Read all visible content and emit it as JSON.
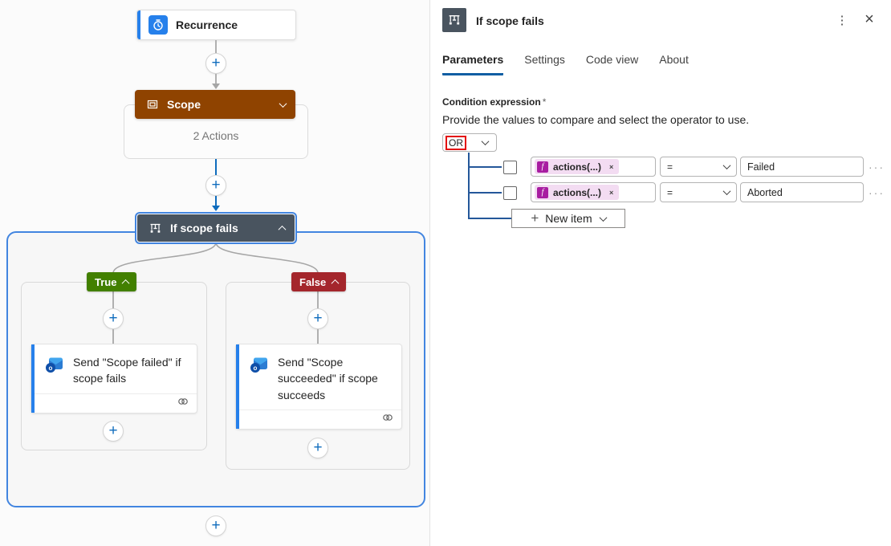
{
  "icons": {
    "plus": "+",
    "kebab": "⋮",
    "close": "×",
    "dots": "···",
    "remove": "×",
    "fx": "f"
  },
  "canvas": {
    "recurrence": {
      "label": "Recurrence"
    },
    "scope": {
      "label": "Scope",
      "count": "2 Actions"
    },
    "condition": {
      "label": "If scope fails"
    },
    "branches": {
      "true": {
        "label": "True",
        "action": "Send \"Scope failed\" if scope fails"
      },
      "false": {
        "label": "False",
        "action": "Send \"Scope succeeded\" if scope succeeds"
      }
    }
  },
  "panel": {
    "title": "If scope fails",
    "tabs": [
      {
        "label": "Parameters",
        "active": true
      },
      {
        "label": "Settings",
        "active": false
      },
      {
        "label": "Code view",
        "active": false
      },
      {
        "label": "About",
        "active": false
      }
    ],
    "condition": {
      "label": "Condition expression",
      "required": "*",
      "description": "Provide the values to compare and select the operator to use.",
      "operator": "OR",
      "rows": [
        {
          "operand": "actions(...)",
          "comparator": "=",
          "value": "Failed"
        },
        {
          "operand": "actions(...)",
          "comparator": "=",
          "value": "Aborted"
        }
      ],
      "new_item": "New item"
    }
  },
  "colors": {
    "accent": "#0f6cbd",
    "selection": "#4285e0",
    "scope_header": "#8f4300",
    "condition_header": "#49545f",
    "true_badge": "#428000",
    "false_badge": "#a4262c",
    "token_bg": "#f3dcf2",
    "token_badge": "#a81da1",
    "tree_line": "#24579a",
    "or_highlight": "#e30b0b"
  }
}
